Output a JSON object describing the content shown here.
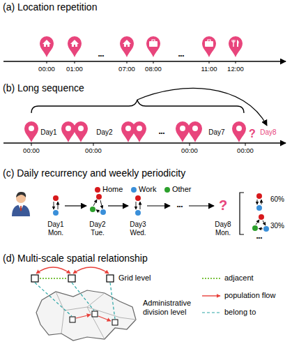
{
  "diagram": {
    "labels": [
      "(a) Location repetition",
      "00:00",
      "01:00",
      "•••",
      "07:00",
      "08:00",
      "•••",
      "11:00",
      "12:00",
      "(b) Long sequence",
      "Day1",
      "Day2",
      "•••",
      "Day7",
      "Day8",
      "?",
      "00:00",
      "00:00",
      "00:00",
      "00:00",
      "(c) Daily recurrency and weekly periodicity",
      "Day1 Mon.",
      "Day2 Tue.",
      "Day3 Wed.",
      "•••",
      "?",
      "Day8 Mon.",
      "60%",
      "30%",
      "•••",
      "(d) Multi-scale spatial relationship",
      "Grid level",
      "Administrative division level"
    ],
    "legend": [
      {
        "text": "Home",
        "color": "#d7191c"
      },
      {
        "text": "Work",
        "color": "#3a8fd9"
      },
      {
        "text": "Other",
        "color": "#2ca02c"
      },
      {
        "text": "adjacent"
      },
      {
        "text": "population flow"
      },
      {
        "text": "belong to"
      }
    ]
  }
}
